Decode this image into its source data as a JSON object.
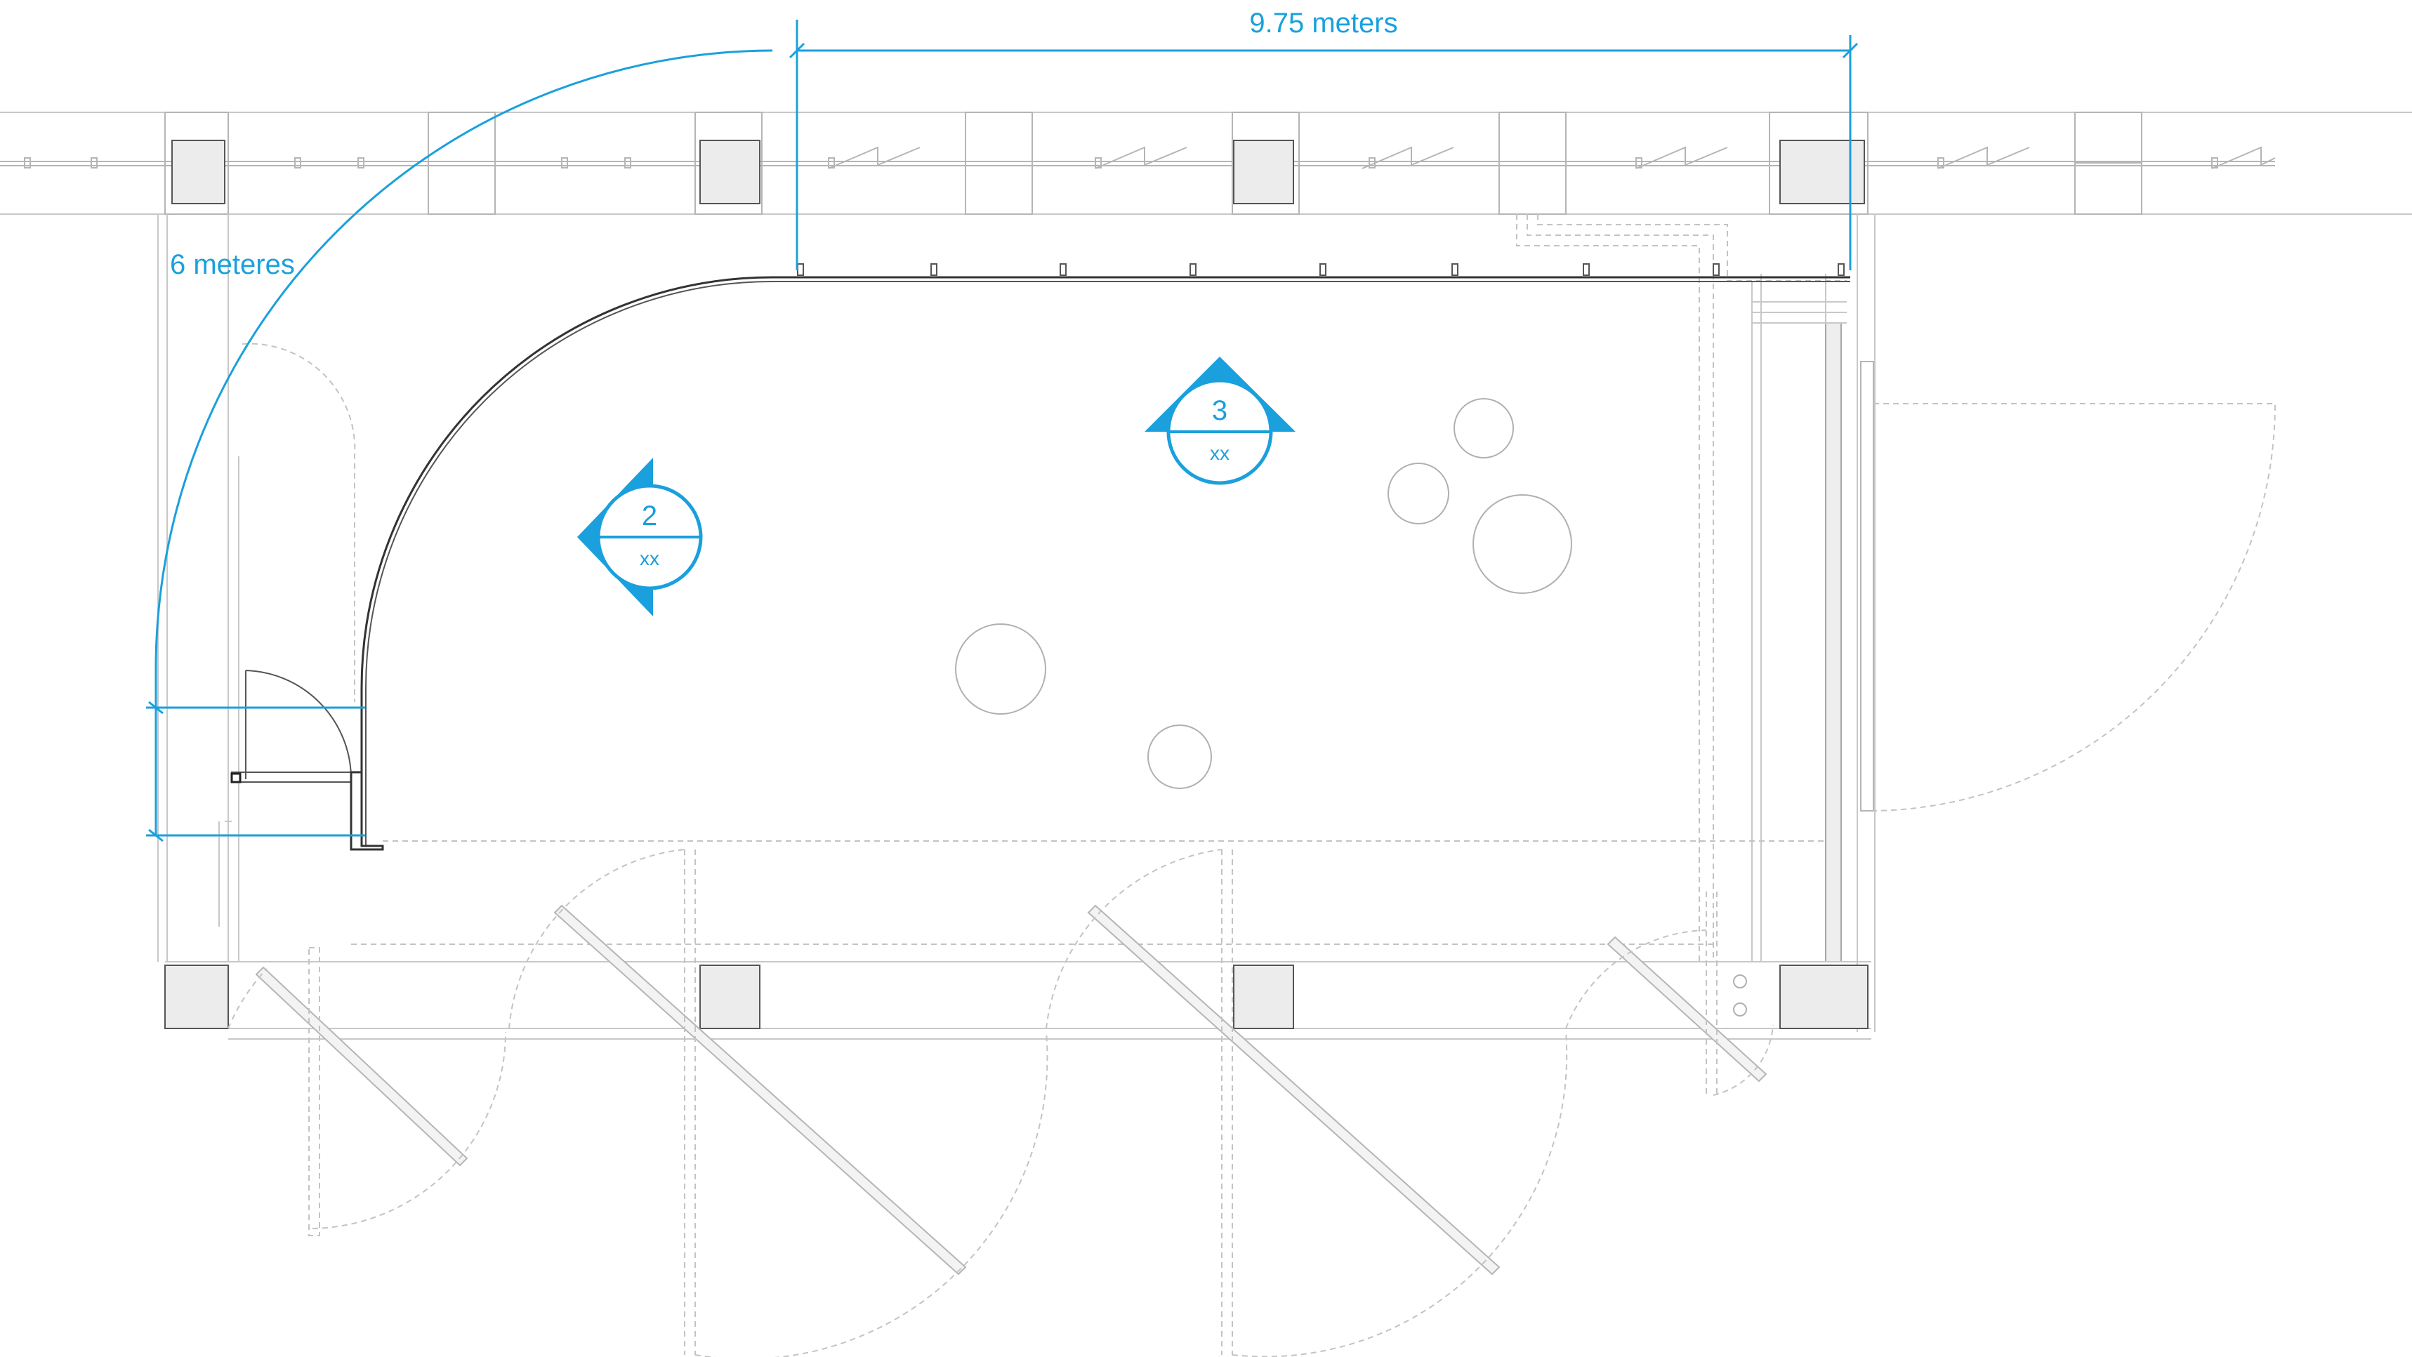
{
  "colors": {
    "accent": "#1aa0dc",
    "line": "#c8c8c8",
    "wall": "#333333",
    "column_fill": "#ececec"
  },
  "dimensions": {
    "width_label": "9.75 meters",
    "radius_label": "6 meteres"
  },
  "markers": [
    {
      "number": "2",
      "sub": "xx",
      "pointer": "left-up-down"
    },
    {
      "number": "3",
      "sub": "xx",
      "pointer": "up-left-right"
    }
  ]
}
